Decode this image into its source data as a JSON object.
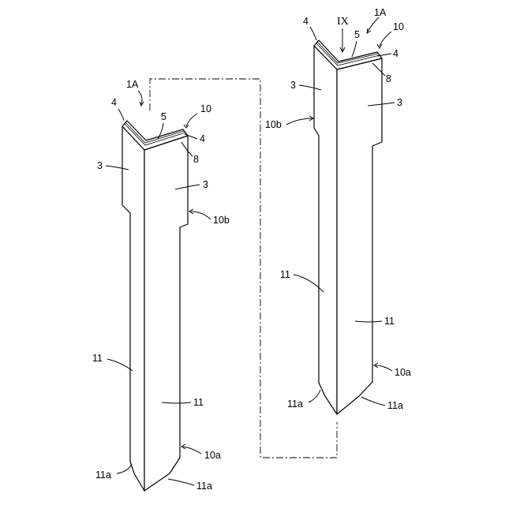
{
  "left_figure": {
    "ref_1A": "1A",
    "ref_4_top": "4",
    "ref_5": "5",
    "ref_10": "10",
    "ref_4_right": "4",
    "ref_8": "8",
    "ref_3_left": "3",
    "ref_3_right": "3",
    "ref_10b": "10b",
    "ref_11_left": "11",
    "ref_11_right": "11",
    "ref_10a": "10a",
    "ref_11a_left": "11a",
    "ref_11a_right": "11a"
  },
  "right_figure": {
    "ref_IX": "IX",
    "ref_1A": "1A",
    "ref_4_top": "4",
    "ref_5": "5",
    "ref_10": "10",
    "ref_4_right": "4",
    "ref_8": "8",
    "ref_3_left": "3",
    "ref_3_right": "3",
    "ref_10b": "10b",
    "ref_11_left": "11",
    "ref_11_right": "11",
    "ref_10a": "10a",
    "ref_11a_left": "11a",
    "ref_11a_right": "11a"
  }
}
